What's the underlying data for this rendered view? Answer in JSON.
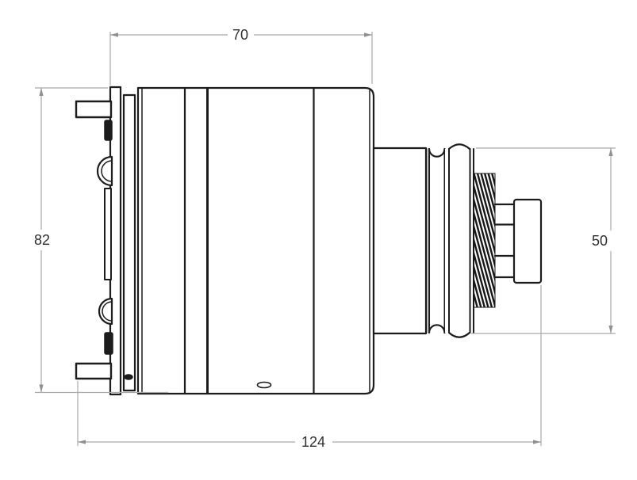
{
  "drawing": {
    "background": "#ffffff",
    "outline_color": "#1c1c1c",
    "dim_line_color": "#a9a9a9",
    "dim_text_color": "#2f2f2f",
    "dimensions": {
      "top": {
        "value": "70",
        "orientation": "horizontal"
      },
      "left": {
        "value": "82",
        "orientation": "vertical"
      },
      "right": {
        "value": "50",
        "orientation": "vertical"
      },
      "bottom": {
        "value": "124",
        "orientation": "horizontal"
      }
    }
  }
}
